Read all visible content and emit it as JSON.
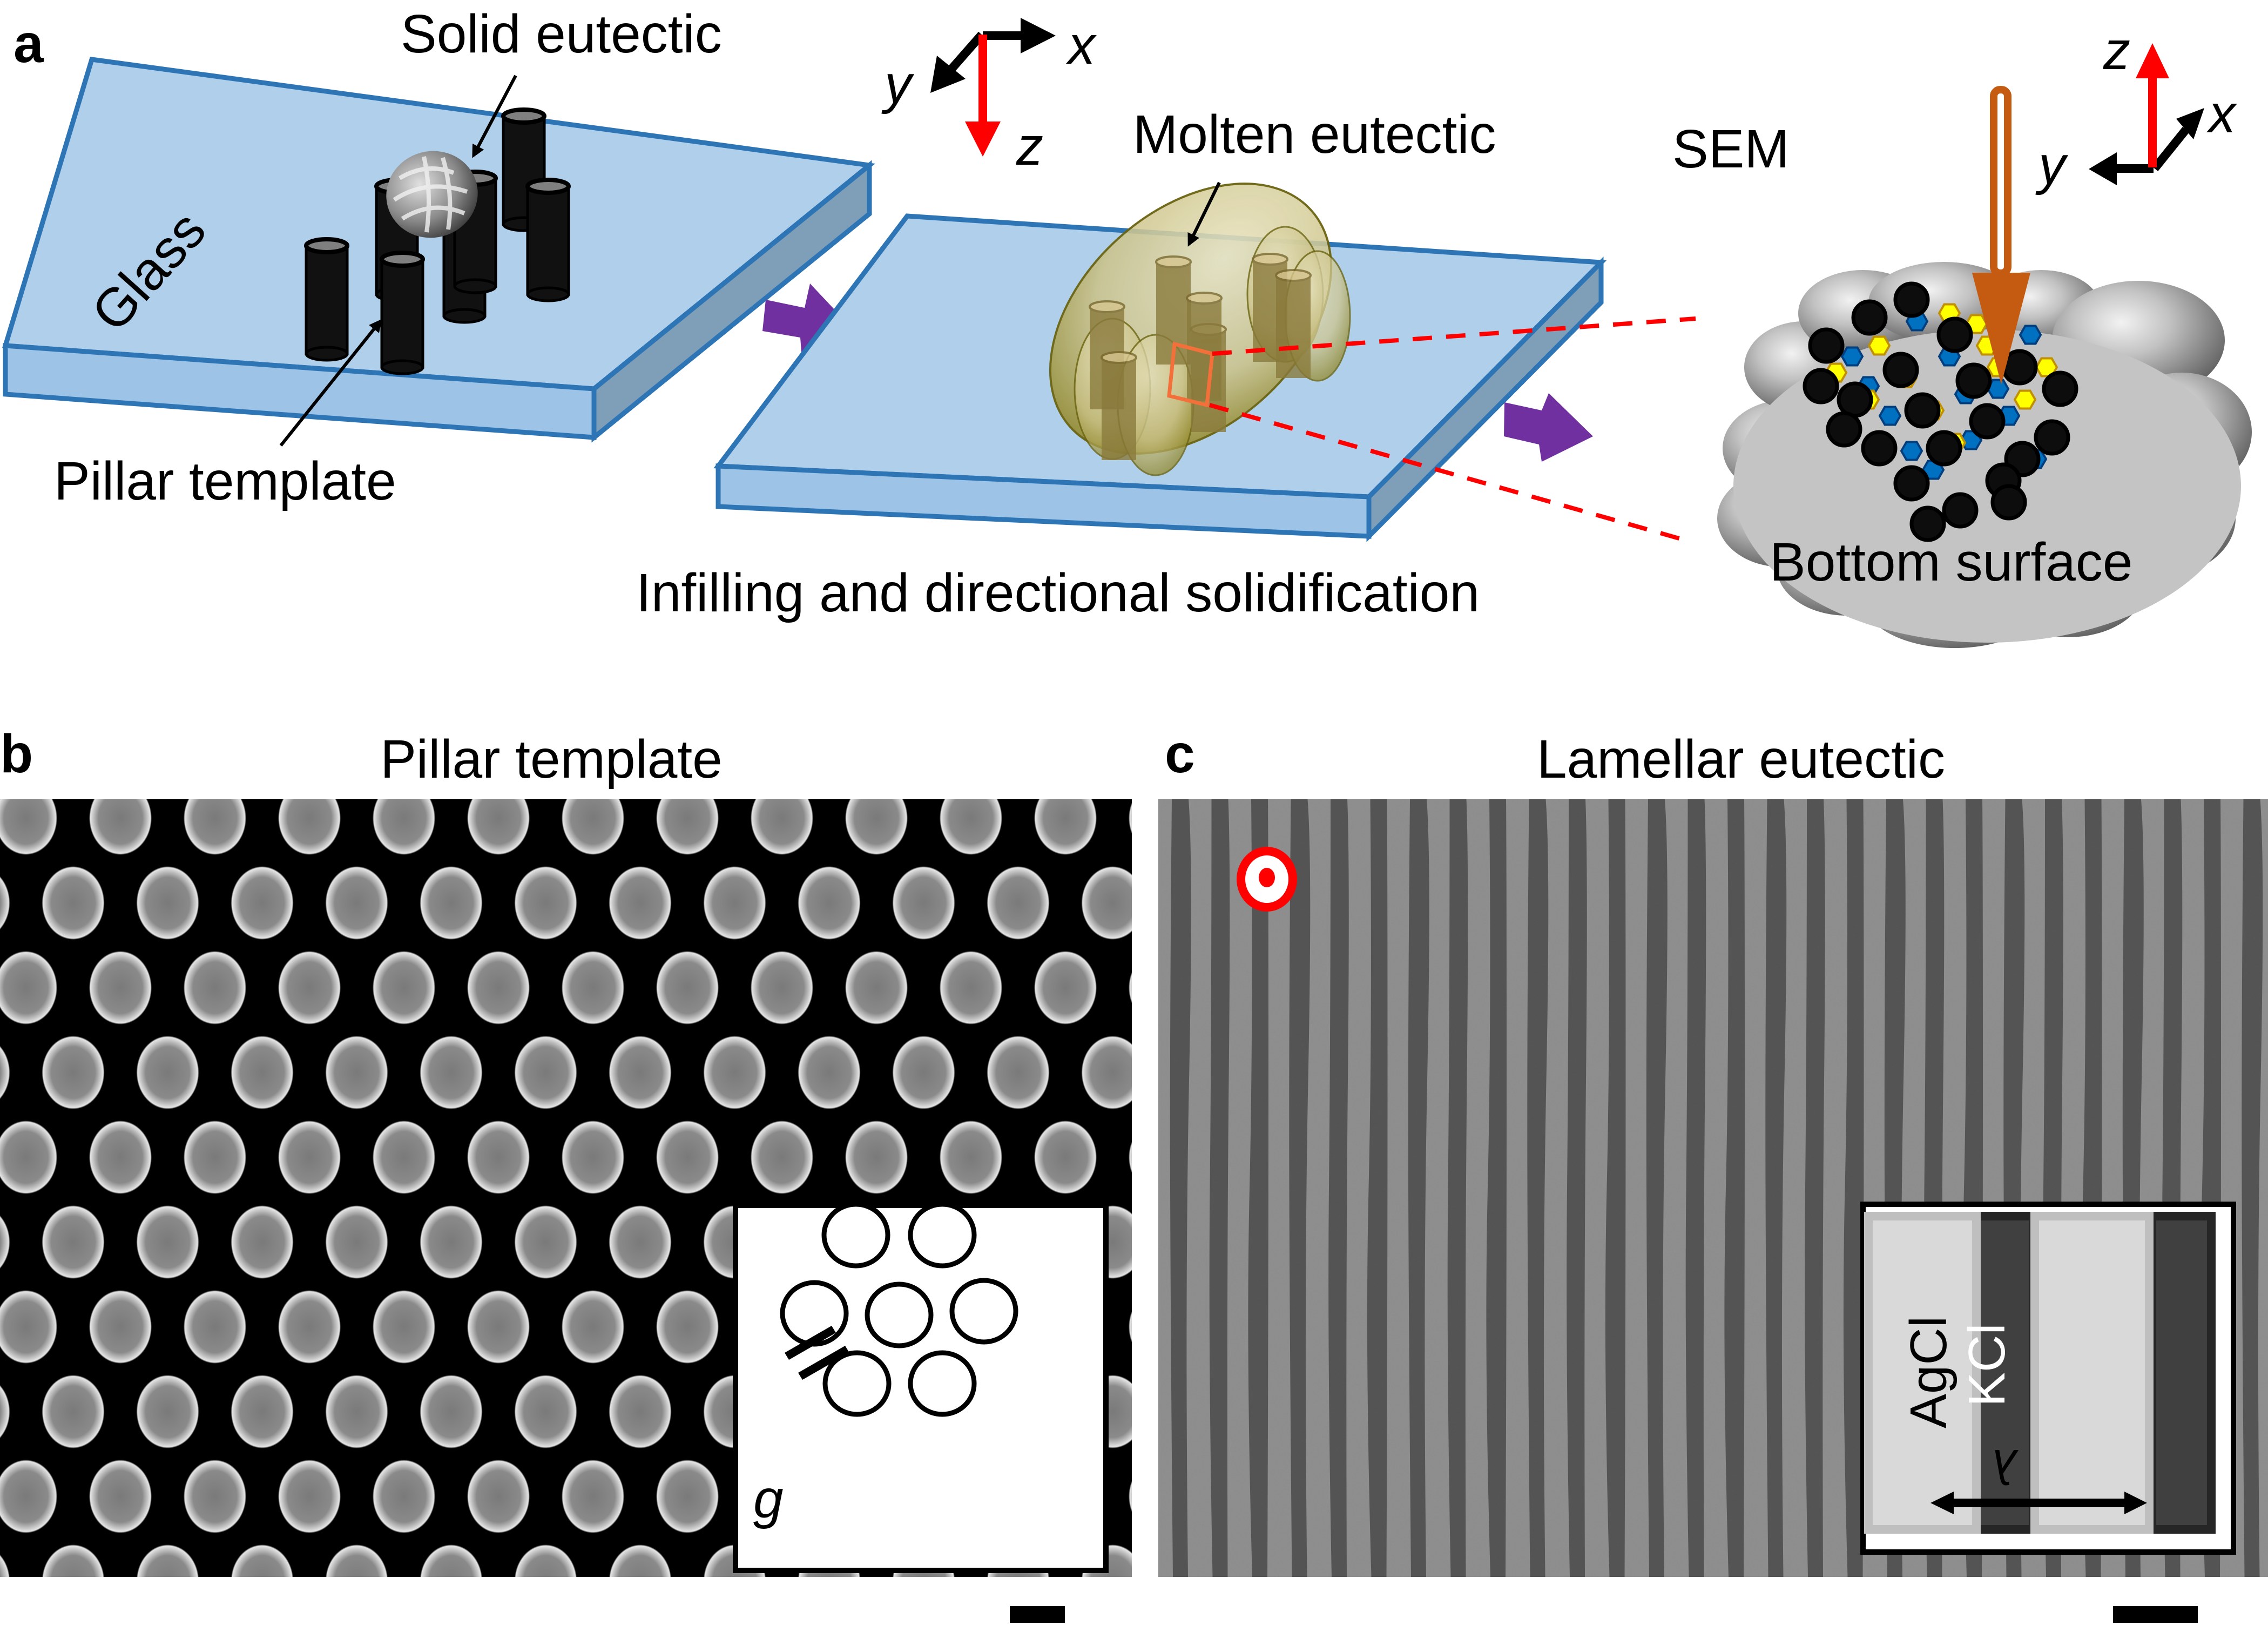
{
  "figure": {
    "panels": {
      "a": {
        "letter": "a",
        "labels": {
          "solid_eutectic": "Solid eutectic",
          "glass": "Glass",
          "pillar_template": "Pillar template",
          "molten_eutectic": "Molten eutectic",
          "process_caption": "Infilling and directional solidification",
          "sem": "SEM",
          "bottom_surface": "Bottom surface"
        },
        "axes_left": {
          "x": "x",
          "y": "y",
          "z": "z",
          "z_direction": "down"
        },
        "axes_right": {
          "x": "x",
          "y": "y",
          "z": "z",
          "z_direction": "up"
        },
        "pillar_count_stage1": 7,
        "pillar_count_stage2": 7
      },
      "b": {
        "letter": "b",
        "title": "Pillar template",
        "inset_gap_label": "g",
        "inset_circle_count": 7,
        "lattice": "hexagonal",
        "rows": 9,
        "columns": 12
      },
      "c": {
        "letter": "c",
        "title": "Lamellar eutectic",
        "inset_labels": {
          "phase_light": "AgCl",
          "phase_dark": "KCl",
          "spacing": "λ"
        },
        "stripe_count": 28
      }
    },
    "colors": {
      "glass_top": "#b0cfea",
      "glass_front": "#9dc3e6",
      "glass_side": "#7f9fb9",
      "glass_edge": "#2e75b6",
      "flow_arrow": "#7030a0",
      "axis_red": "#ff0000",
      "sem_beam": "#c55a11",
      "zoom_line": "#ff0000",
      "zoom_box": "#f4703a",
      "molten": "#c8be7a",
      "cloud": "#c4c4c4",
      "hex_blue": "#0070c0",
      "hex_yellow": "#ffff00",
      "target_red": "#ff0000",
      "lamella_light": "#8e8e8e",
      "lamella_dark": "#4a4a4a",
      "inset_agcl": "#d9d9d9",
      "inset_kcl": "#404040"
    }
  }
}
